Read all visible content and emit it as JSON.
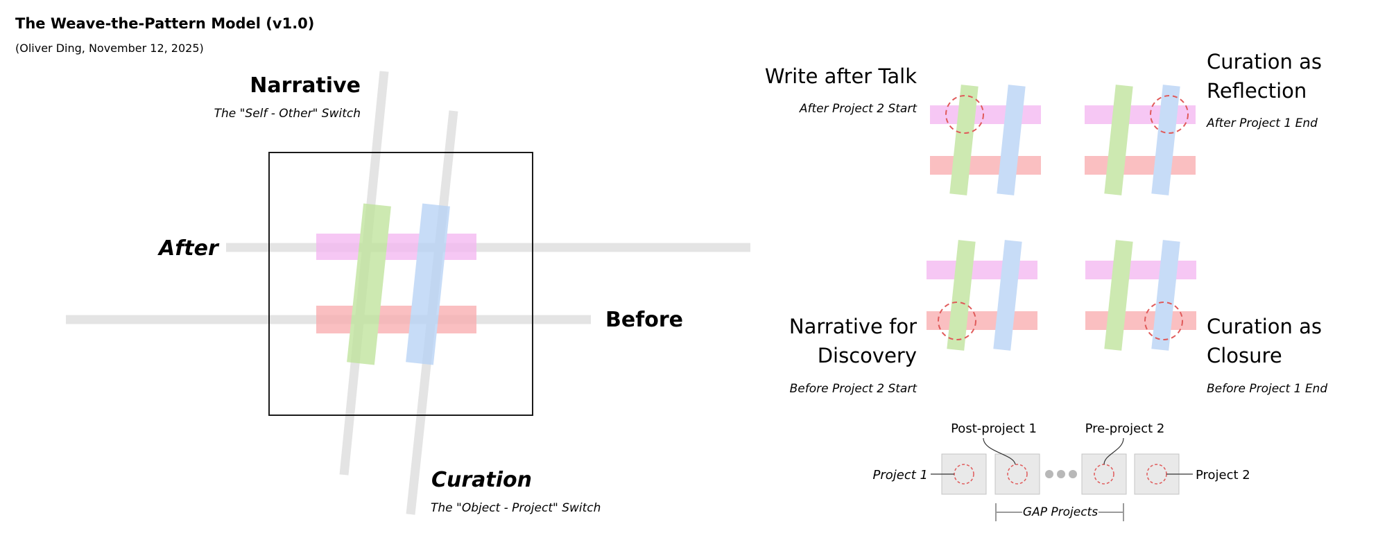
{
  "header": {
    "title": "The Weave-the-Pattern Model (v1.0)",
    "subtitle": "(Oliver Ding, November 12, 2025)"
  },
  "main_model": {
    "narrative_label": "Narrative",
    "narrative_switch": "The \"Self - Other\" Switch",
    "after_label": "After",
    "before_label": "Before",
    "curation_label": "Curation",
    "curation_switch": "The \"Object - Project\" Switch"
  },
  "quadrants": {
    "write_after_talk": {
      "title": "Write after Talk",
      "sub": "After Project 2 Start"
    },
    "curation_reflection": {
      "title_line1": "Curation as",
      "title_line2": "Reflection",
      "sub": "After Project 1 End"
    },
    "narrative_discovery": {
      "title_line1": "Narrative for",
      "title_line2": "Discovery",
      "sub": "Before Project 2 Start"
    },
    "curation_closure": {
      "title_line1": "Curation as",
      "title_line2": "Closure",
      "sub": "Before Project 1 End"
    }
  },
  "timeline": {
    "project1": "Project 1",
    "post_project1": "Post-project 1",
    "pre_project2": "Pre-project 2",
    "project2": "Project 2",
    "gap_projects": "GAP Projects"
  },
  "colors": {
    "track": "#e4e4e4",
    "pink": "#f4b8f1",
    "red": "#f9aeb0",
    "green": "#bfe39c",
    "blue": "#b8d3f5",
    "highlight": "#e05a5a",
    "box_fill": "#e9e9e9",
    "dot": "#b8b8b8"
  }
}
